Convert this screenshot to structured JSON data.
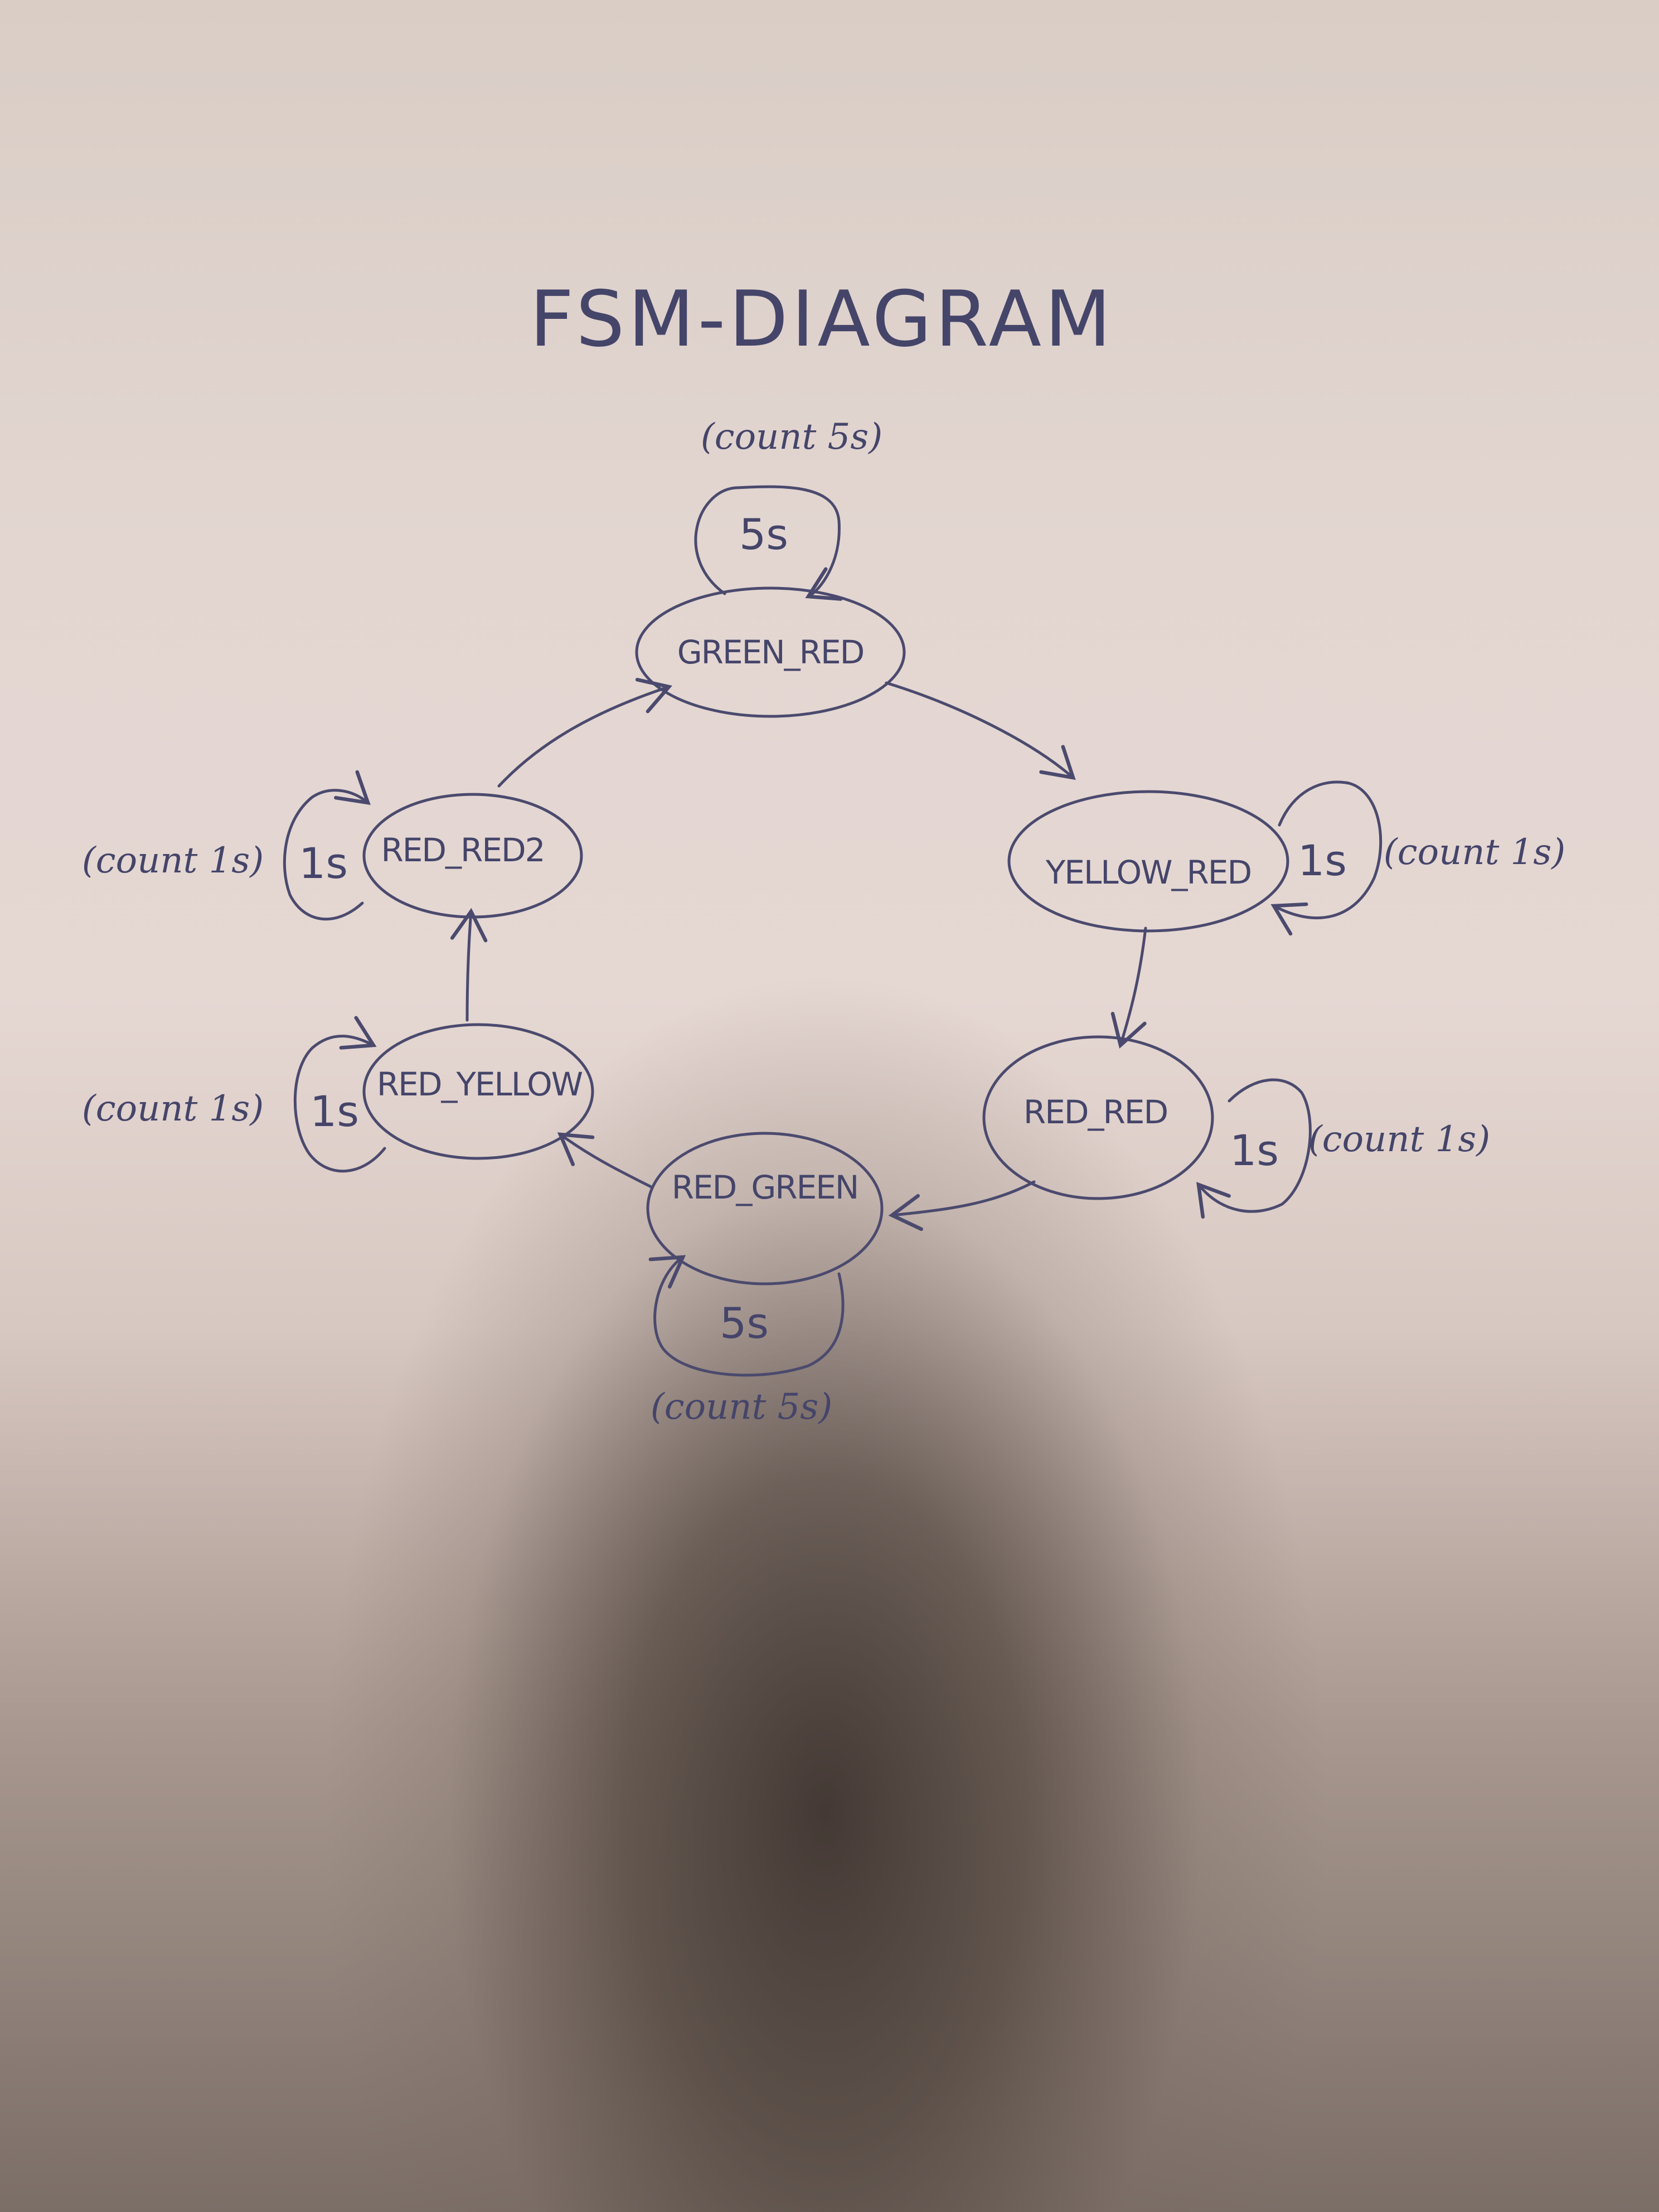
{
  "title": "FSM-DIAGRAM",
  "states": [
    {
      "id": "green_red",
      "label": "GREEN_RED",
      "duration": "5s",
      "note": "(count 5s)"
    },
    {
      "id": "yellow_red",
      "label": "YELLOW_RED",
      "duration": "1s",
      "note": "(count 1s)"
    },
    {
      "id": "red_red",
      "label": "RED_RED",
      "duration": "1s",
      "note": "(count 1s)"
    },
    {
      "id": "red_green",
      "label": "RED_GREEN",
      "duration": "5s",
      "note": "(count 5s)"
    },
    {
      "id": "red_yellow",
      "label": "RED_YELLOW",
      "duration": "1s",
      "note": "(count 1s)"
    },
    {
      "id": "red_red2",
      "label": "RED_RED2",
      "duration": "1s",
      "note": "(count 1s)"
    }
  ],
  "transitions": [
    {
      "from": "green_red",
      "to": "yellow_red"
    },
    {
      "from": "yellow_red",
      "to": "red_red"
    },
    {
      "from": "red_red",
      "to": "red_green"
    },
    {
      "from": "red_green",
      "to": "red_yellow"
    },
    {
      "from": "red_yellow",
      "to": "red_red2"
    },
    {
      "from": "red_red2",
      "to": "green_red"
    }
  ],
  "colors": {
    "ink": "#4b4a6e",
    "paper": "#e3d6d1",
    "shadow": "#4f433e"
  }
}
